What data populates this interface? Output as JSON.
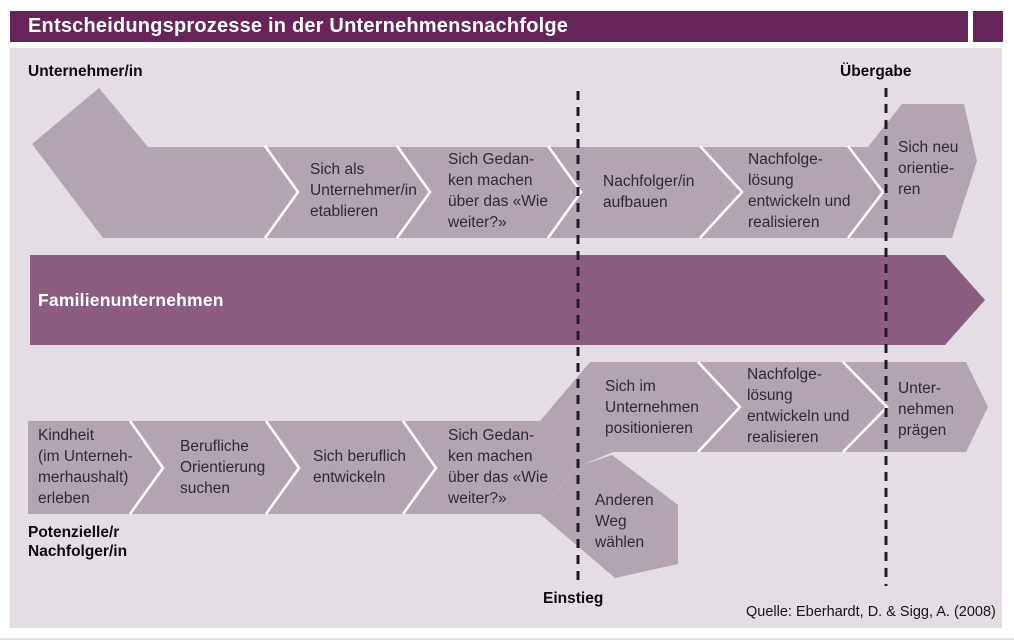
{
  "title": "Entscheidungsprozesse in der Unternehmensnachfolge",
  "rows": {
    "entrepreneur": {
      "label": "Unternehmer/in",
      "steps": [
        "Sich als\nUnternehmer/in\netablieren",
        "Sich Gedan-\nken machen\nüber das «Wie\nweiter?»",
        "Nachfolger/in\naufbauen",
        "Nachfolge-\nlösung\nentwickeln und\nrealisieren",
        "Sich neu\norientie-\nren"
      ]
    },
    "family": {
      "label": "Familienunternehmen"
    },
    "successor": {
      "label": "Potenzielle/r\nNachfolger/in",
      "steps": [
        "Kindheit\n(im Unterneh-\nmerhaushalt)\nerleben",
        "Berufliche\nOrientierung\nsuchen",
        "Sich beruflich\nentwickeln",
        "Sich Gedan-\nken machen\nüber das «Wie\nweiter?»",
        "Sich im\nUnternehmen\npositionieren",
        "Nachfolge-\nlösung\nentwickeln und\nrealisieren",
        "Unter-\nnehmen\nprägen"
      ],
      "alternative": "Anderen\nWeg\nwählen"
    }
  },
  "markers": {
    "handover": "Übergabe",
    "entry": "Einstieg"
  },
  "source": "Quelle: Eberhardt, D. & Sigg, A. (2008)",
  "colors": {
    "title_bar": "#662559",
    "background": "#e5dde4",
    "band": "#b3a4b2",
    "family_band": "#8b5d81",
    "separator": "#ffffff",
    "dashed_line": "#201a26"
  }
}
